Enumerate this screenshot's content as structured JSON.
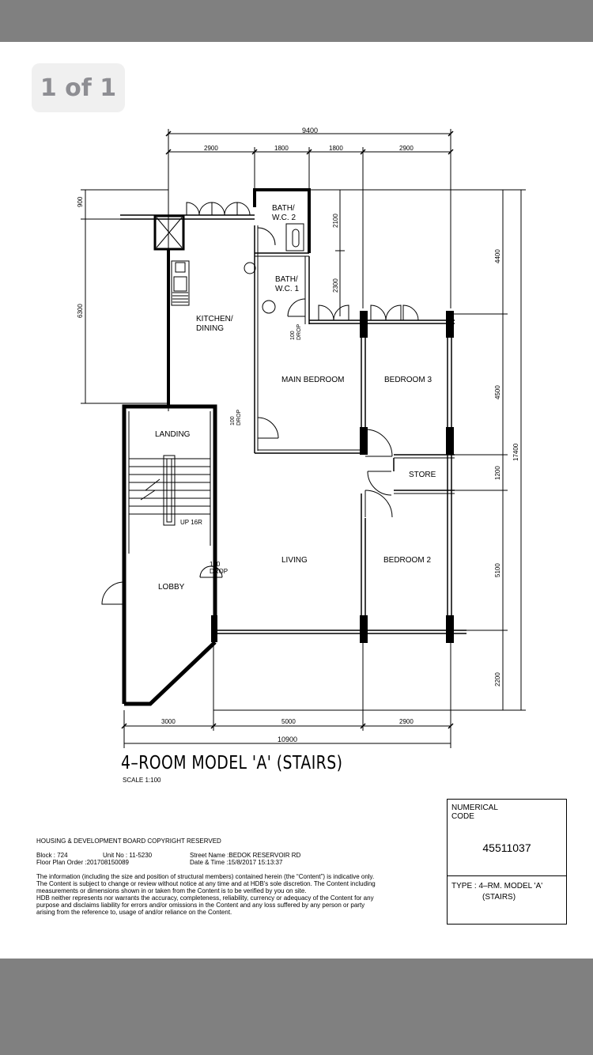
{
  "viewer": {
    "page_counter": "1 of 1"
  },
  "plan": {
    "dims_top": [
      "9400",
      "2900",
      "1800",
      "1800",
      "2900"
    ],
    "dims_left": [
      "900",
      "6300"
    ],
    "dims_mid": [
      "2100",
      "2300"
    ],
    "dims_right": [
      "4400",
      "4500",
      "1200",
      "5100",
      "2200"
    ],
    "dim_total_right": "17400",
    "dims_bottom": [
      "3000",
      "5000",
      "2900"
    ],
    "dim_total_bottom": "10900",
    "rooms": {
      "bath2_a": "BATH/",
      "bath2_b": "W.C. 2",
      "bath1_a": "BATH/",
      "bath1_b": "W.C. 1",
      "kitchen_a": "KITCHEN/",
      "kitchen_b": "DINING",
      "main_bedroom": "MAIN BEDROOM",
      "bedroom3": "BEDROOM 3",
      "store": "STORE",
      "bedroom2": "BEDROOM 2",
      "living": "LIVING",
      "landing": "LANDING",
      "lobby": "LOBBY",
      "up": "UP 16R"
    },
    "drops": {
      "drop_a": "100",
      "drop_b": "DROP"
    }
  },
  "title": "4–ROOM MODEL 'A' (STAIRS)",
  "scale": "SCALE 1:100",
  "hdb": {
    "copyright": "HOUSING & DEVELOPMENT BOARD COPYRIGHT RESERVED",
    "block": "Block : 724",
    "unit": "Unit No : 11-5230",
    "street": "Street Name :BEDOK RESERVOIR RD",
    "order": "Floor Plan Order :201708150089",
    "datetime": "Date & Time :15/8/2017 15:13:37",
    "disclaimer1": "The information (including the size and position of structural members) contained herein (the “Content”) is indicative only. The Content is subject to change or review without notice at any time and at HDB's sole discretion. The Content including measurements or dimensions shown in or taken from the Content is to be verified by you on site.",
    "disclaimer2": "HDB neither represents nor warrants the accuracy, completeness, reliability, currency or adequacy of the Content for any purpose and disclaims liability for errors and/or omissions in the Content and any loss suffered by any person or party arising from the reference to, usage of and/or reliance on the Content."
  },
  "code_box": {
    "label": "NUMERICAL CODE",
    "number": "45511037",
    "type_line1": "TYPE : 4–RM. MODEL 'A'",
    "type_line2": "(STAIRS)"
  }
}
